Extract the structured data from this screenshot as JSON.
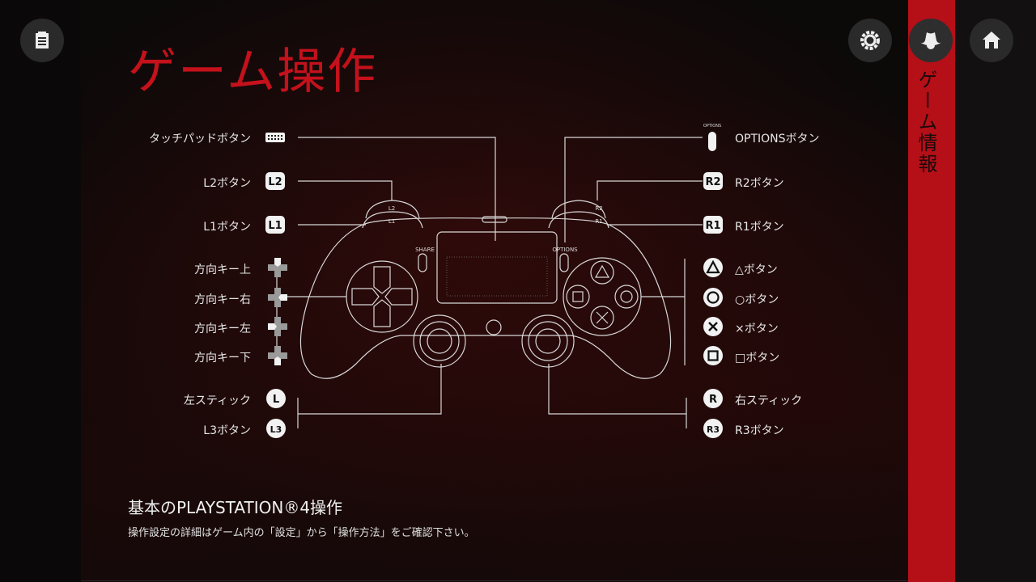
{
  "title": "ゲーム操作",
  "side_tab": "ゲーム情報",
  "top_buttons": {
    "notes_icon": "notes-icon",
    "settings_icon": "gear-icon",
    "game_info_icon": "cowboy-hat-icon",
    "home_icon": "home-icon"
  },
  "left_labels": {
    "touchpad": "タッチパッドボタン",
    "l2": "L2ボタン",
    "l1": "L1ボタン",
    "dpad_up": "方向キー上",
    "dpad_right": "方向キー右",
    "dpad_left": "方向キー左",
    "dpad_down": "方向キー下",
    "left_stick": "左スティック",
    "l3": "L3ボタン"
  },
  "right_labels": {
    "options": "OPTIONSボタン",
    "r2": "R2ボタン",
    "r1": "R1ボタン",
    "triangle": "△ボタン",
    "circle": "○ボタン",
    "cross": "×ボタン",
    "square": "□ボタン",
    "right_stick": "右スティック",
    "r3": "R3ボタン"
  },
  "icon_text": {
    "l2": "L2",
    "l1": "L1",
    "r2": "R2",
    "r1": "R1",
    "l": "L",
    "l3": "L3",
    "r": "R",
    "r3": "R3",
    "options_small": "OPTIONS"
  },
  "controller": {
    "share": "SHARE",
    "options": "OPTIONS",
    "l2": "L2",
    "l1": "L1",
    "r2": "R2",
    "r1": "R1"
  },
  "footer": {
    "title": "基本のPLAYSTATION®4操作",
    "note": "操作設定の詳細はゲーム内の「設定」から「操作方法」をご確認下さい。"
  },
  "colors": {
    "accent_red": "#b50f18",
    "title_red": "#c4111b",
    "background": "#0c0909"
  }
}
